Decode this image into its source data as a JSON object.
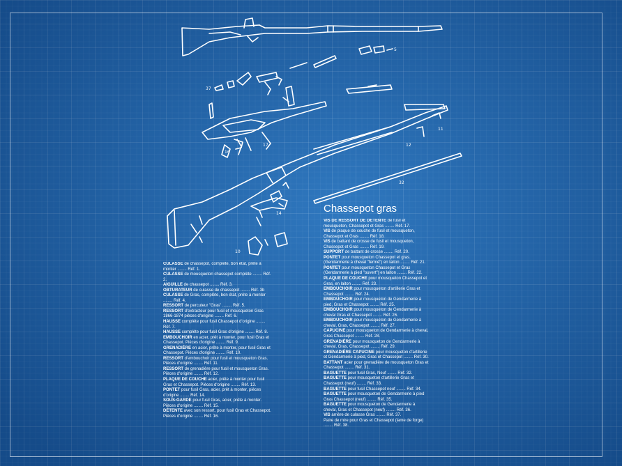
{
  "title": "Chassepot gras",
  "callouts": [
    "5",
    "37",
    "16",
    "17",
    "11",
    "12",
    "32",
    "14",
    "10"
  ],
  "left_parts": [
    [
      "CULASSE",
      " de chassepot, complète, bon état, prête à monter",
      "Réf. 1."
    ],
    [
      "CULASSE",
      " de mousqueton chassepot complète",
      "Réf. 2."
    ],
    [
      "AIGUILLE",
      " de chassepot",
      "Réf. 3."
    ],
    [
      "OBTURATEUR",
      " de culasse de chassepot",
      "Réf. 3b"
    ],
    [
      "CULASSE",
      " de Gras, complète, bon état, prête à monter",
      "Réf. 4."
    ],
    [
      "RESSORT",
      " de percuteur \"Gras\"",
      "Réf. 5."
    ],
    [
      "RESSORT",
      " d'extracteur pour fusil et mousqueton Gras 1866-1874 pièces d'origine",
      "Réf. 6."
    ],
    [
      "HAUSSE",
      " complète pour fusil Chassepot d'origine",
      "Réf. 7."
    ],
    [
      "HAUSSE",
      " complète pour fusil Gras d'origine",
      "Réf. 8."
    ],
    [
      "EMBOUCHOIR",
      " en acier, prêt à monter, pour fusil Gras et Chassepot. Pièces d'origine",
      "Réf. 9."
    ],
    [
      "GRENADIÈRE",
      " en acier, prête à monter, pour fusil Gras et Chassepot. Pièces d'origine",
      "Réf. 10."
    ],
    [
      "RESSORT",
      " d'embouchoir pour fusil et mousqueton Gras. Pièces d'origine",
      "Réf. 11."
    ],
    [
      "RESSORT",
      " de grenadière pour fusil et mousqueton Gras. Pièces d'origine",
      "Réf. 12."
    ],
    [
      "PLAQUE DE COUCHE",
      " acier, prête à monter pour fusil Gras et Chassepot. Pièces d'origine",
      "Réf. 13."
    ],
    [
      "PONTET",
      " pour fusil Gras, acier, prêt à monter, pièces d'origine",
      "Réf. 14."
    ],
    [
      "SOUS-GARDE",
      " pour fusil Gras, acier, prête à monter. Pièces d'origine",
      "Réf. 15."
    ],
    [
      "DÉTENTE",
      " avec son ressort, pour fusil Gras et Chassepot. Pièces d'origine",
      "Réf. 16."
    ]
  ],
  "right_parts": [
    [
      "VIS DE RESSORT DE DÉTENTE",
      " de fusil et mousqueton, Chassepot et Gras",
      "Réf. 17."
    ],
    [
      "VIS",
      " de plaque de couche de fusil et mousqueton, Chassepot et Gras",
      "Réf. 18."
    ],
    [
      "VIS",
      " de battant de crosse de fusil et mousqueton, Chassepot et Gras",
      "Réf. 19."
    ],
    [
      "SUPPORT",
      " de battant de crosse",
      "Réf. 20."
    ],
    [
      "PONTET",
      " pour mousqueton Chassepot et gras. (Gendarmerie à cheval \"fermé\") en laiton",
      "Réf. 21."
    ],
    [
      "PONTET",
      " pour mousqueton Chassepot et Gras (Gendarmerie à pied \"ouvert\") en laiton",
      "Réf. 22."
    ],
    [
      "PLAQUE DE COUCHE",
      " pour mousqueton Chassepot et Gras, en laiton",
      "Réf. 23."
    ],
    [
      "EMBOUCHOIR",
      " pour mousqueton d'artillerie Gras et Chassepot",
      "Réf. 24."
    ],
    [
      "EMBOUCHOIR",
      " pour mousqueton de Gendarmerie à pied, Gras et Chassepot",
      "Réf. 25."
    ],
    [
      "EMBOUCHOIR",
      " pour mousqueton de Gendarmerie à cheval Gras et Chassepot",
      "Réf. 26."
    ],
    [
      "EMBOUCHOIR",
      " pour mousqueton de Gendarmerie à cheval, Gras, Chassepot",
      "Réf. 27."
    ],
    [
      "CAPUCINE",
      " pour mousqueton de Gendarmerie à cheval, Gras Chassepot",
      "Réf. 28."
    ],
    [
      "GRENADIÈRE",
      " pour mousqueton de Gendarmerie à cheval, Gras, Chassepot",
      "Réf. 29."
    ],
    [
      "GRENADIÈRE CAPUCINE",
      " pour mousqueton d'artillerie et Gendarmerie à pied, Gras et Chassepot",
      "Réf. 30."
    ],
    [
      "BATTANT",
      " acier pour grenadière de mousqueton Gras et Chassepot",
      "Réf. 31."
    ],
    [
      "BAGUETTE",
      " pour fusil Gras, Neuf",
      "Réf. 32."
    ],
    [
      "BAGUETTE",
      " pour mousqueton d'artillerie Gras et Chassepot (neuf)",
      "Réf. 33."
    ],
    [
      "BAGUETTE",
      " pour fusil Chassepot neuf",
      "Réf. 34."
    ],
    [
      "BAGUETTE",
      " pour mousqueton de Gendarmerie à pied Gras Chassepot (neuf)",
      "Réf. 35."
    ],
    [
      "BAGUETTE",
      " pour mousqueton de Gendarmerie à cheval, Gras et Chassepot (neuf)",
      "Réf. 36."
    ],
    [
      "VIS",
      " arrière de culasse Gras",
      "Réf. 37."
    ],
    [
      "",
      "Paire de mire pour Gras et Chassepot (lame de forge)",
      "Réf. 38."
    ]
  ]
}
